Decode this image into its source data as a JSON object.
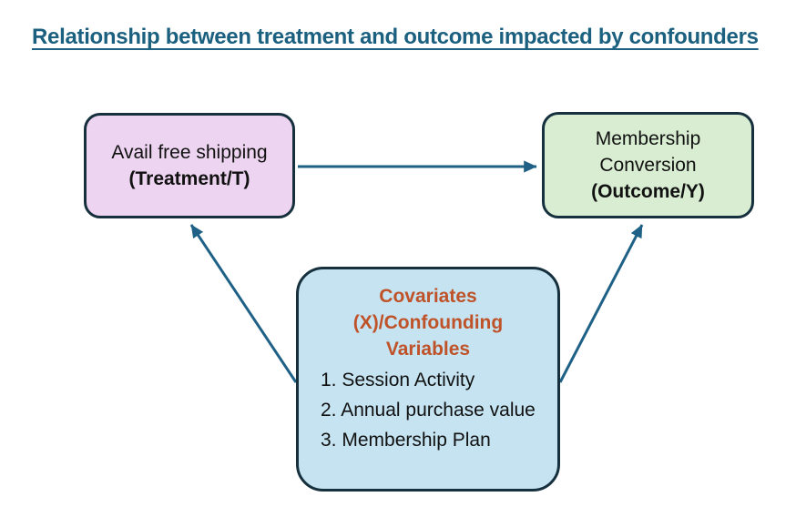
{
  "title": "Relationship between treatment and outcome impacted by confounders",
  "colors": {
    "title_text": "#1c6080",
    "arrow": "#1f6186",
    "node_border": "#16303e",
    "treatment_fill": "#edd4f0",
    "outcome_fill": "#d8edd1",
    "confounders_fill": "#c5e3f1",
    "confounders_heading_text": "#bf5228",
    "body_text": "#111111"
  },
  "nodes": {
    "treatment": {
      "label": "Avail free shipping",
      "sublabel": "(Treatment/T)"
    },
    "outcome": {
      "label": "Membership Conversion",
      "sublabel": "(Outcome/Y)"
    },
    "confounders": {
      "heading": "Covariates (X)/Confounding Variables",
      "heading_lines": [
        "Covariates",
        "(X)/Confounding",
        "Variables"
      ],
      "items": [
        "1. Session Activity",
        "2. Annual purchase value",
        "3. Membership Plan"
      ]
    }
  },
  "edges": [
    {
      "from": "Avail free shipping (Treatment/T)",
      "to": "Membership Conversion (Outcome/Y)"
    },
    {
      "from": "Covariates (X)/Confounding Variables",
      "to": "Avail free shipping (Treatment/T)"
    },
    {
      "from": "Covariates (X)/Confounding Variables",
      "to": "Membership Conversion (Outcome/Y)"
    }
  ]
}
